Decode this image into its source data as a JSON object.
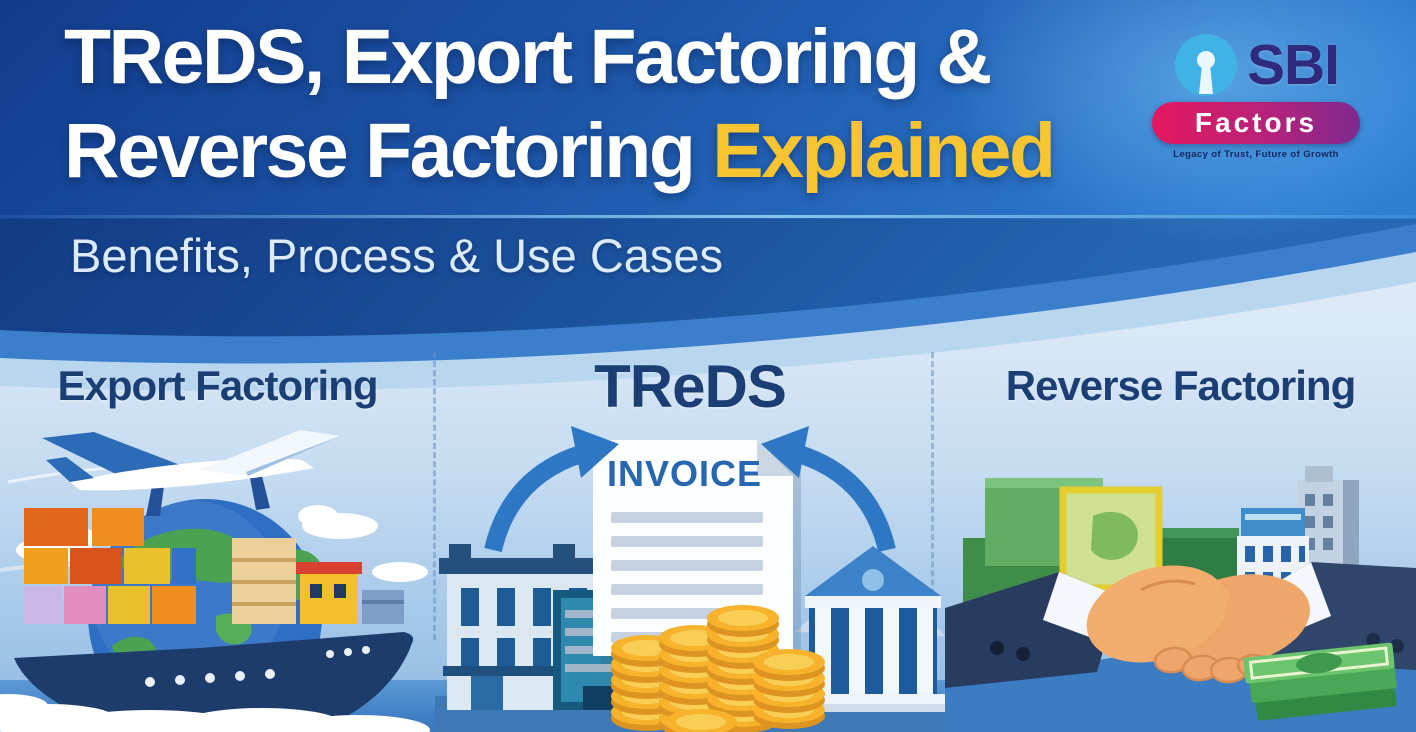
{
  "poster": {
    "title_line1": "TReDS, Export Factoring &",
    "title_line2": "Reverse Factoring ",
    "title_accent": "Explained",
    "subtitle": "Benefits, Process & Use Cases"
  },
  "logo": {
    "brand": "SBI",
    "unit": "Factors",
    "tagline": "Legacy of Trust, Future of Growth"
  },
  "sections": [
    {
      "label": "Export Factoring"
    },
    {
      "label": "TReDS"
    },
    {
      "label": "Reverse Factoring"
    }
  ],
  "illustrations": {
    "invoice_label": "INVOICE",
    "icons": [
      "sbi-roundel-icon",
      "airplane-icon",
      "globe-icon",
      "cargo-ship-icon",
      "cloud-icon",
      "sea-foam-icon",
      "office-building-icon",
      "glass-tower-icon",
      "invoice-icon",
      "up-arrow-left-icon",
      "up-arrow-right-icon",
      "bank-icon",
      "gold-coins-icon",
      "green-containers-icon",
      "corporate-buildings-icon",
      "handshake-icon",
      "cash-stack-icon"
    ]
  },
  "colors": {
    "banner_dark": "#133e8e",
    "banner_light": "#2e7ed2",
    "accent_gold": "#f6c531",
    "heading_navy": "#1b3e74",
    "content_bg": "#dceaf8",
    "arrow_blue": "#2e77c4",
    "coin_gold": "#f6b32b",
    "ship_navy": "#1e3c6b",
    "logo_pill_pink": "#e5185e",
    "logo_pill_purple": "#7d2a8f",
    "logo_text_indigo": "#2f2a7d",
    "cash_green": "#5ab45e"
  }
}
